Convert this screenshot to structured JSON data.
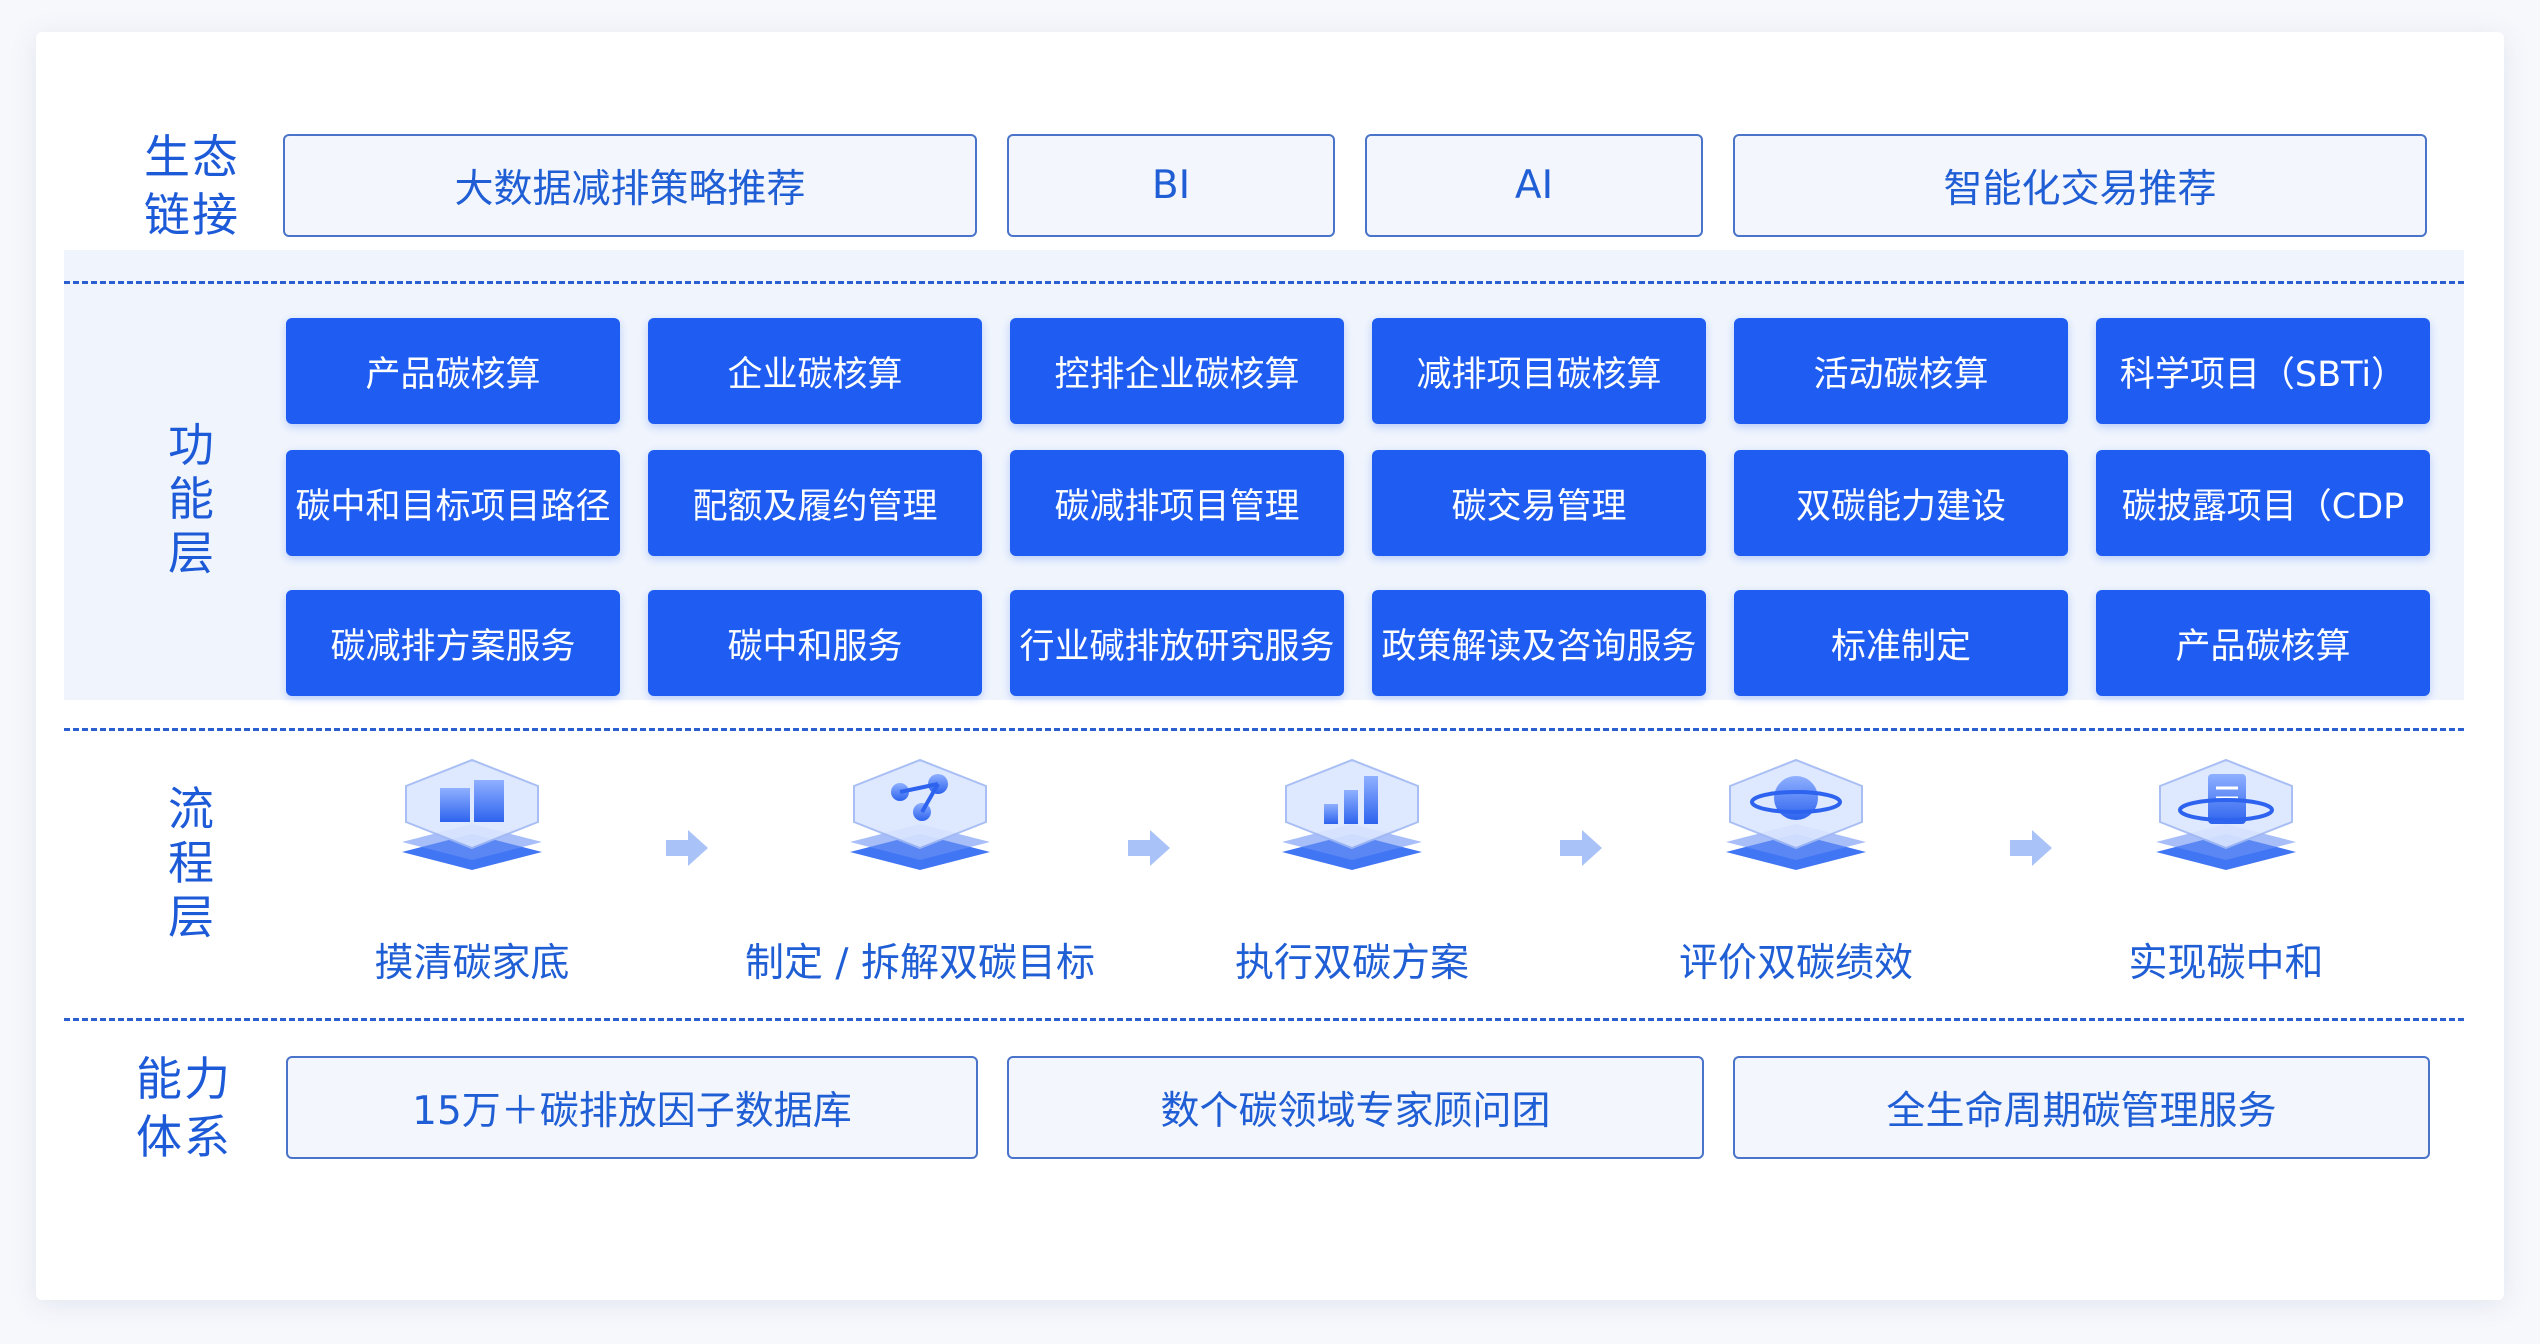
{
  "rows": {
    "ecology": {
      "label": "生态\n链接"
    },
    "function": {
      "label": "功\n能\n层"
    },
    "process": {
      "label": "流\n程\n层"
    },
    "capability": {
      "label": "能力\n体系"
    }
  },
  "ecology_items": [
    "大数据减排策略推荐",
    "BI",
    "AI",
    "智能化交易推荐"
  ],
  "function_items": [
    [
      "产品碳核算",
      "企业碳核算",
      "控排企业碳核算",
      "减排项目碳核算",
      "活动碳核算",
      "科学项目（SBTi）"
    ],
    [
      "碳中和目标项目路径",
      "配额及履约管理",
      "碳减排项目管理",
      "碳交易管理",
      "双碳能力建设",
      "碳披露项目（CDP"
    ],
    [
      "碳减排方案服务",
      "碳中和服务",
      "行业碱排放研究服务",
      "政策解读及咨询服务",
      "标准制定",
      "产品碳核算"
    ]
  ],
  "process_steps": [
    {
      "label": "摸清碳家底",
      "icon": "blocks-icon"
    },
    {
      "label": "制定 / 拆解双碳目标",
      "icon": "network-nodes-icon"
    },
    {
      "label": "执行双碳方案",
      "icon": "growth-chart-icon"
    },
    {
      "label": "评价双碳绩效",
      "icon": "planet-icon"
    },
    {
      "label": "实现碳中和",
      "icon": "document-icon"
    }
  ],
  "capability_items": [
    "15万＋碳排放因子数据库",
    "数个碳领域专家顾问团",
    "全生命周期碳管理服务"
  ],
  "colors": {
    "accent": "#1f5df2",
    "text_blue": "#1f5ed4",
    "divider": "#2b5fd0",
    "band": "#eff4fd"
  }
}
